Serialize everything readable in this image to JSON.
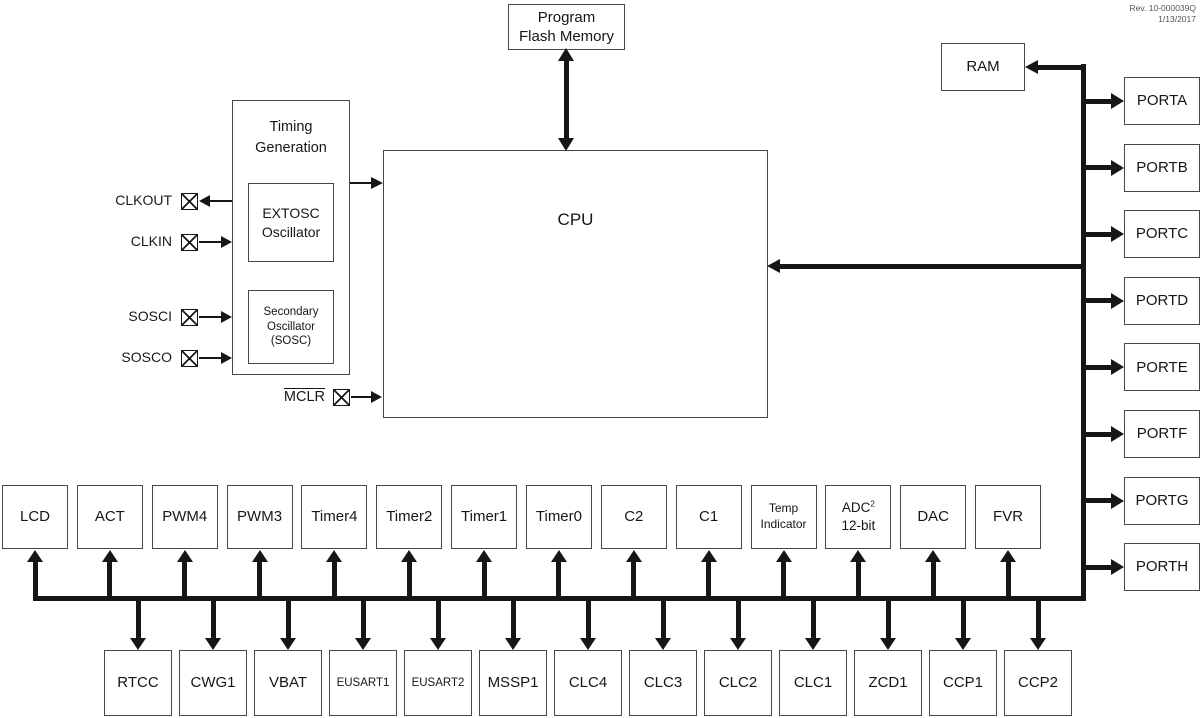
{
  "meta": {
    "rev_line1": "Rev. 10-000039Q",
    "rev_line2": "1/13/2017"
  },
  "blocks": {
    "program_flash": {
      "l1": "Program",
      "l2": "Flash Memory"
    },
    "cpu": "CPU",
    "ram": "RAM",
    "timing": {
      "l1": "Timing",
      "l2": "Generation"
    },
    "extosc": {
      "l1": "EXTOSC",
      "l2": "Oscillator"
    },
    "sosc": {
      "l1": "Secondary",
      "l2": "Oscillator",
      "l3": "(SOSC)"
    }
  },
  "pins": {
    "clkout": "CLKOUT",
    "clkin": "CLKIN",
    "sosci": "SOSCI",
    "sosco": "SOSCO",
    "mclr": "MCLR"
  },
  "ports": [
    "PORTA",
    "PORTB",
    "PORTC",
    "PORTD",
    "PORTE",
    "PORTF",
    "PORTG",
    "PORTH"
  ],
  "peripherals_top": [
    {
      "label": "LCD"
    },
    {
      "label": "ACT"
    },
    {
      "label": "PWM4"
    },
    {
      "label": "PWM3"
    },
    {
      "label": "Timer4"
    },
    {
      "label": "Timer2"
    },
    {
      "label": "Timer1"
    },
    {
      "label": "Timer0"
    },
    {
      "label": "C2"
    },
    {
      "label": "C1"
    },
    {
      "label": "Temp Indicator"
    },
    {
      "label": "ADC",
      "sup": "2",
      "label2": "12-bit"
    },
    {
      "label": "DAC"
    },
    {
      "label": "FVR"
    }
  ],
  "peripherals_bottom": [
    {
      "label": "RTCC"
    },
    {
      "label": "CWG1"
    },
    {
      "label": "VBAT"
    },
    {
      "label": "EUSART1"
    },
    {
      "label": "EUSART2"
    },
    {
      "label": "MSSP1"
    },
    {
      "label": "CLC4"
    },
    {
      "label": "CLC3"
    },
    {
      "label": "CLC2"
    },
    {
      "label": "CLC1"
    },
    {
      "label": "ZCD1"
    },
    {
      "label": "CCP1"
    },
    {
      "label": "CCP2"
    }
  ]
}
